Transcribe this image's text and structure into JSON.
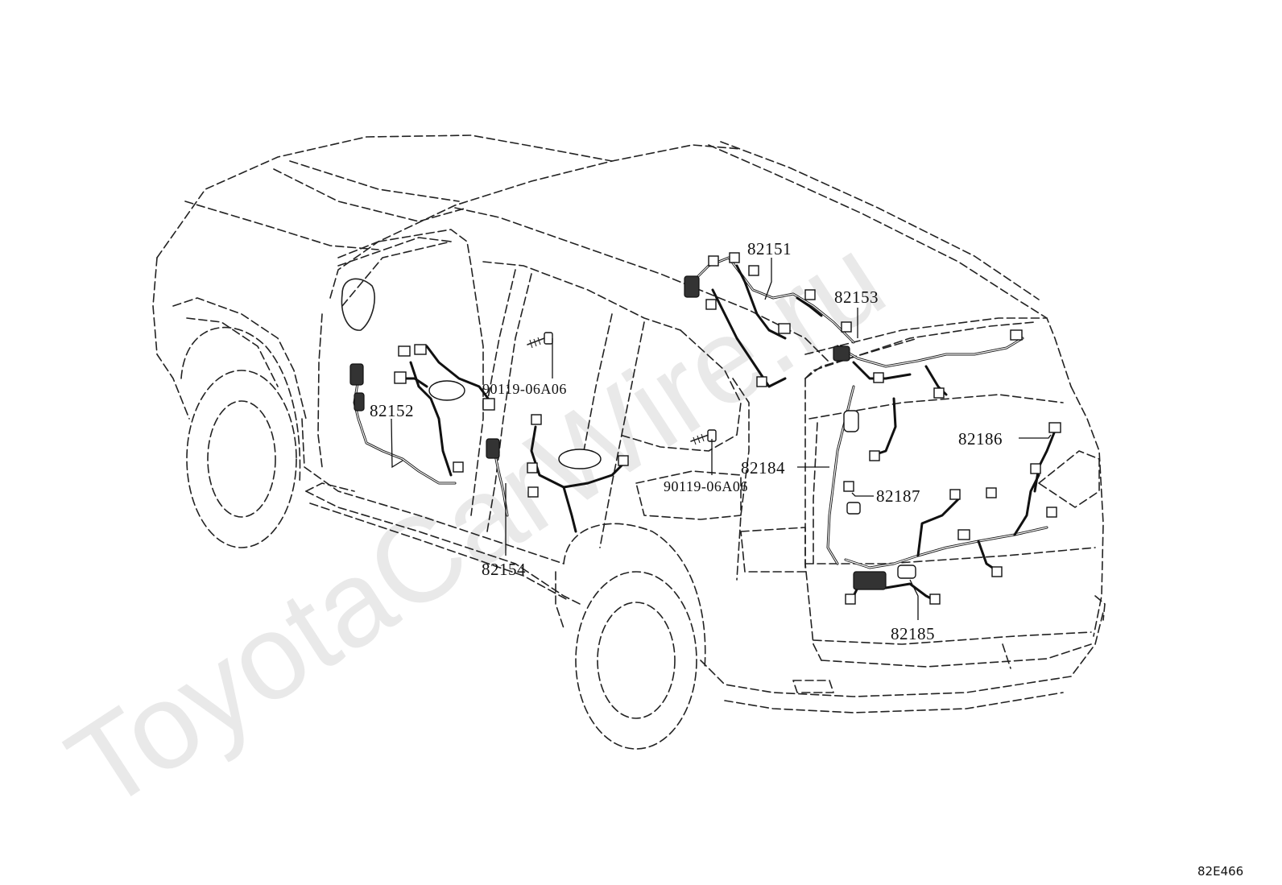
{
  "watermark": "ToyotaCarWire.ru",
  "drawing_code": "82E466",
  "callouts": {
    "p82151": "82151",
    "p82152": "82152",
    "p82153": "82153",
    "p82154": "82154",
    "p82184": "82184",
    "p82185": "82185",
    "p82186": "82186",
    "p82187": "82187",
    "bolt_front": "90119-06A06",
    "bolt_rear": "90119-06A06"
  }
}
